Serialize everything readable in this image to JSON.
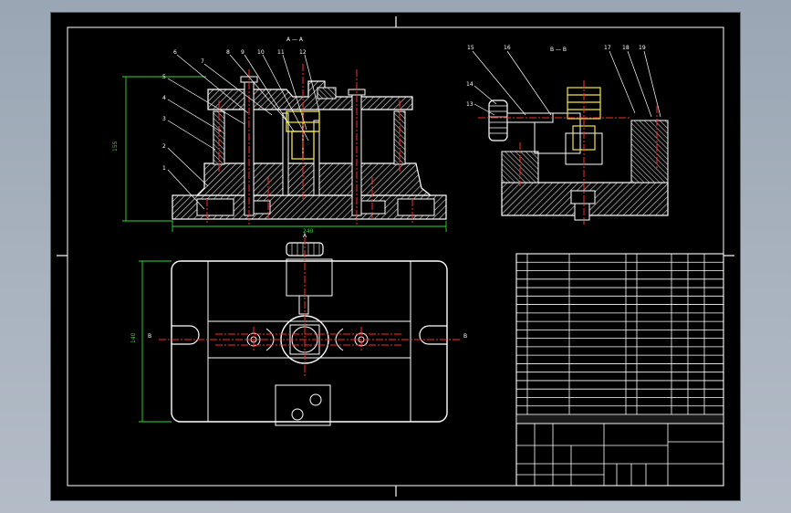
{
  "drawing": {
    "front_view_title": "A — A",
    "side_view_title": "B — B",
    "front_part_numbers": [
      "1",
      "2",
      "3",
      "4",
      "5",
      "6",
      "7",
      "8",
      "9",
      "10",
      "11",
      "12"
    ],
    "side_part_numbers": [
      "13",
      "14",
      "15",
      "16",
      "17",
      "18",
      "19"
    ],
    "dim_front_height": "155",
    "dim_front_width": "240",
    "dim_plan_height": "140",
    "plan_section_mark": "A",
    "plan_mark_left": "B",
    "plan_mark_right": "B"
  },
  "colors": {
    "sheet": "#000000",
    "lines": "#ffffff",
    "hatch": "#ffffff",
    "centerline": "#ff2a2a",
    "dimension": "#34d634",
    "part_highlight": "#f5e642",
    "leader": "#ffffff"
  },
  "title_block": {
    "bom_rows": 19
  }
}
